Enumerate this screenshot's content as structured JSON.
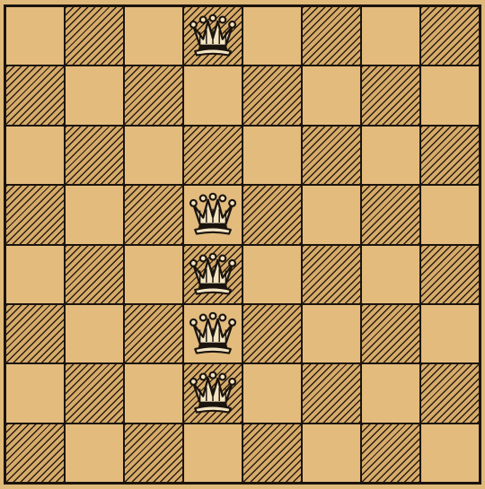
{
  "board": {
    "files": 8,
    "ranks": 8,
    "top_left_square": "light",
    "colors": {
      "light": "#e2bb7d",
      "dark_hatch": "#2a1d12",
      "frame": "#1b140e"
    },
    "pieces": [
      {
        "piece": "queen",
        "color": "white",
        "icon": "queen-icon",
        "row": 0,
        "col": 3
      },
      {
        "piece": "queen",
        "color": "white",
        "icon": "queen-icon",
        "row": 3,
        "col": 3
      },
      {
        "piece": "queen",
        "color": "white",
        "icon": "queen-icon",
        "row": 4,
        "col": 3
      },
      {
        "piece": "queen",
        "color": "white",
        "icon": "queen-icon",
        "row": 5,
        "col": 3
      },
      {
        "piece": "queen",
        "color": "white",
        "icon": "queen-icon",
        "row": 6,
        "col": 3
      }
    ]
  }
}
